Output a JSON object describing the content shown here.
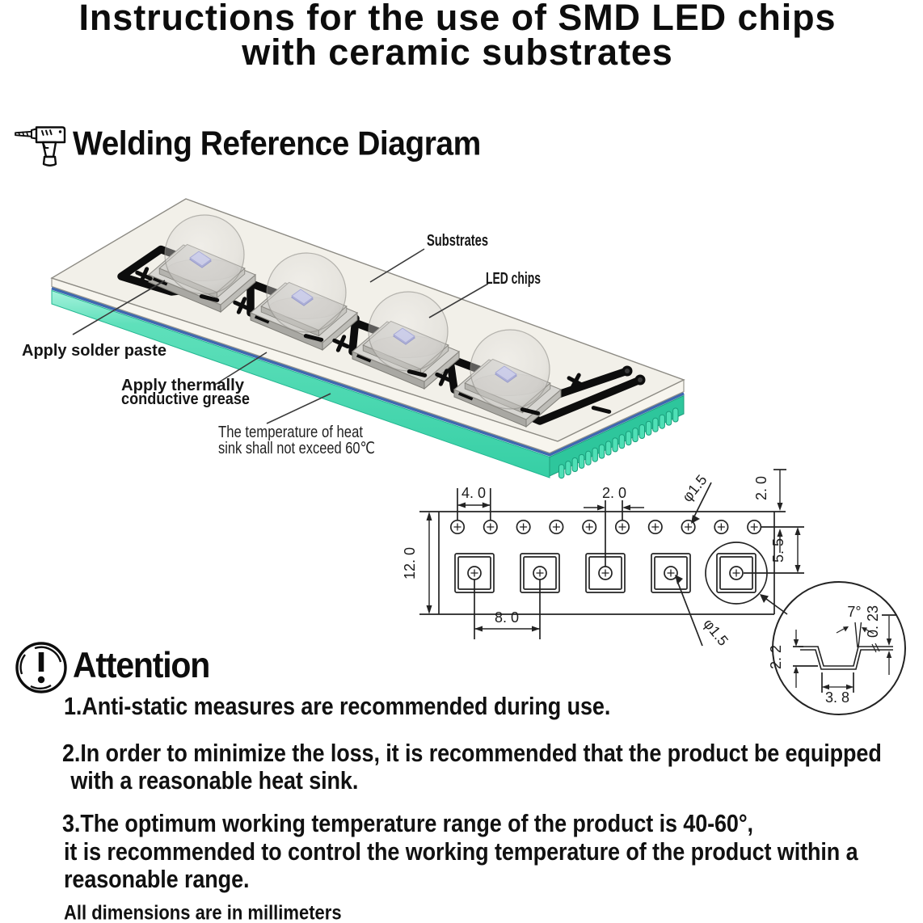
{
  "title": {
    "line1": "Instructions for the use of SMD LED chips",
    "line2": "with ceramic substrates"
  },
  "welding": {
    "heading": "Welding Reference Diagram",
    "icon": "drill-icon"
  },
  "board_diagram": {
    "labels": {
      "substrates": "Substrates",
      "led_chips": "LED chips",
      "solder": "Apply solder paste",
      "grease_line1": "Apply thermally",
      "grease_line2": "conductive grease",
      "heat_line1": "The temperature of heat",
      "heat_line2": "sink shall not exceed 60℃"
    },
    "polarity_plus": "+",
    "polarity_minus": "−",
    "colors": {
      "substrate_top": "#f2f0e9",
      "heatsink_teal": "#40d7ac",
      "grease_blue": "#3e68b0",
      "trace_black": "#0d0d0d",
      "chip_die": "#9aa0dc"
    }
  },
  "tape_diagram": {
    "dims": {
      "hole_pitch": "4. 0",
      "hole_to_pocket_x": "2. 0",
      "hole_dia": "φ1.5",
      "edge_to_hole": "2. 0",
      "tape_width": "12. 0",
      "hole_to_pocket_y": "5. 5",
      "pocket_pitch": "8. 0",
      "pocket_center_dia": "φ1.5"
    },
    "detail": {
      "pocket_depth": "2. 2",
      "draft_angle": "7°",
      "material_thickness": "0. 23",
      "pocket_bottom_width": "3. 8"
    }
  },
  "attention": {
    "heading": "Attention",
    "icon": "alert-circle-icon",
    "items": [
      {
        "lines": [
          "1.Anti-static measures are recommended during use."
        ]
      },
      {
        "lines": [
          "2.In order to minimize the loss, it is recommended that the product be equipped",
          " with a reasonable heat sink."
        ]
      },
      {
        "lines": [
          "3.The optimum working temperature range of the product is 40-60°,",
          "it is recommended to control the working temperature of the product within a",
          "reasonable range."
        ]
      }
    ],
    "footer": "All dimensions are in millimeters"
  }
}
